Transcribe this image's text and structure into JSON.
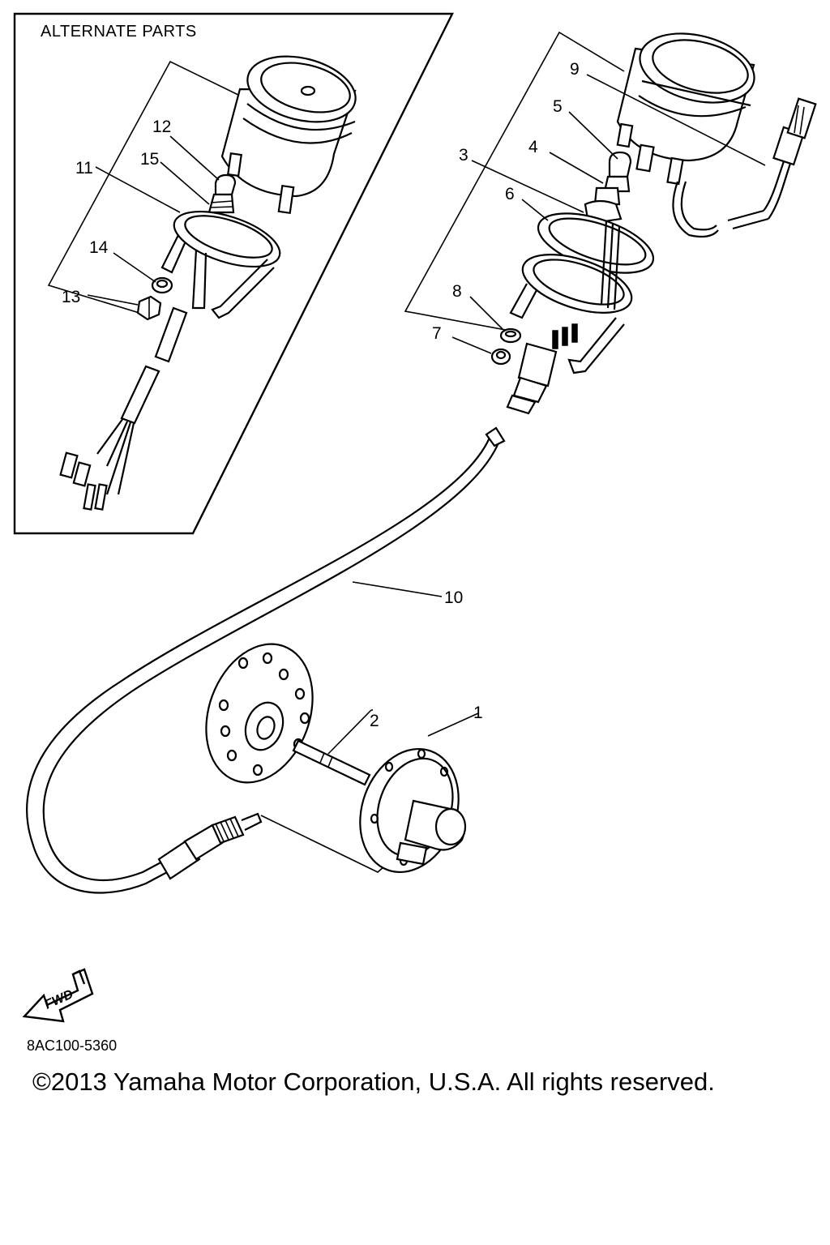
{
  "inset": {
    "title": "ALTERNATE PARTS"
  },
  "callouts": {
    "c1": "1",
    "c2": "2",
    "c3": "3",
    "c4": "4",
    "c5": "5",
    "c6": "6",
    "c7": "7",
    "c8": "8",
    "c9": "9",
    "c10": "10",
    "c11": "11",
    "c12": "12",
    "c13": "13",
    "c14": "14",
    "c15": "15"
  },
  "fwd_arrow": {
    "label": "FWD",
    "icon": "fwd-arrow-icon"
  },
  "footer": {
    "drawing_number": "8AC100-5360",
    "copyright": "©2013 Yamaha Motor Corporation, U.S.A. All rights reserved."
  }
}
